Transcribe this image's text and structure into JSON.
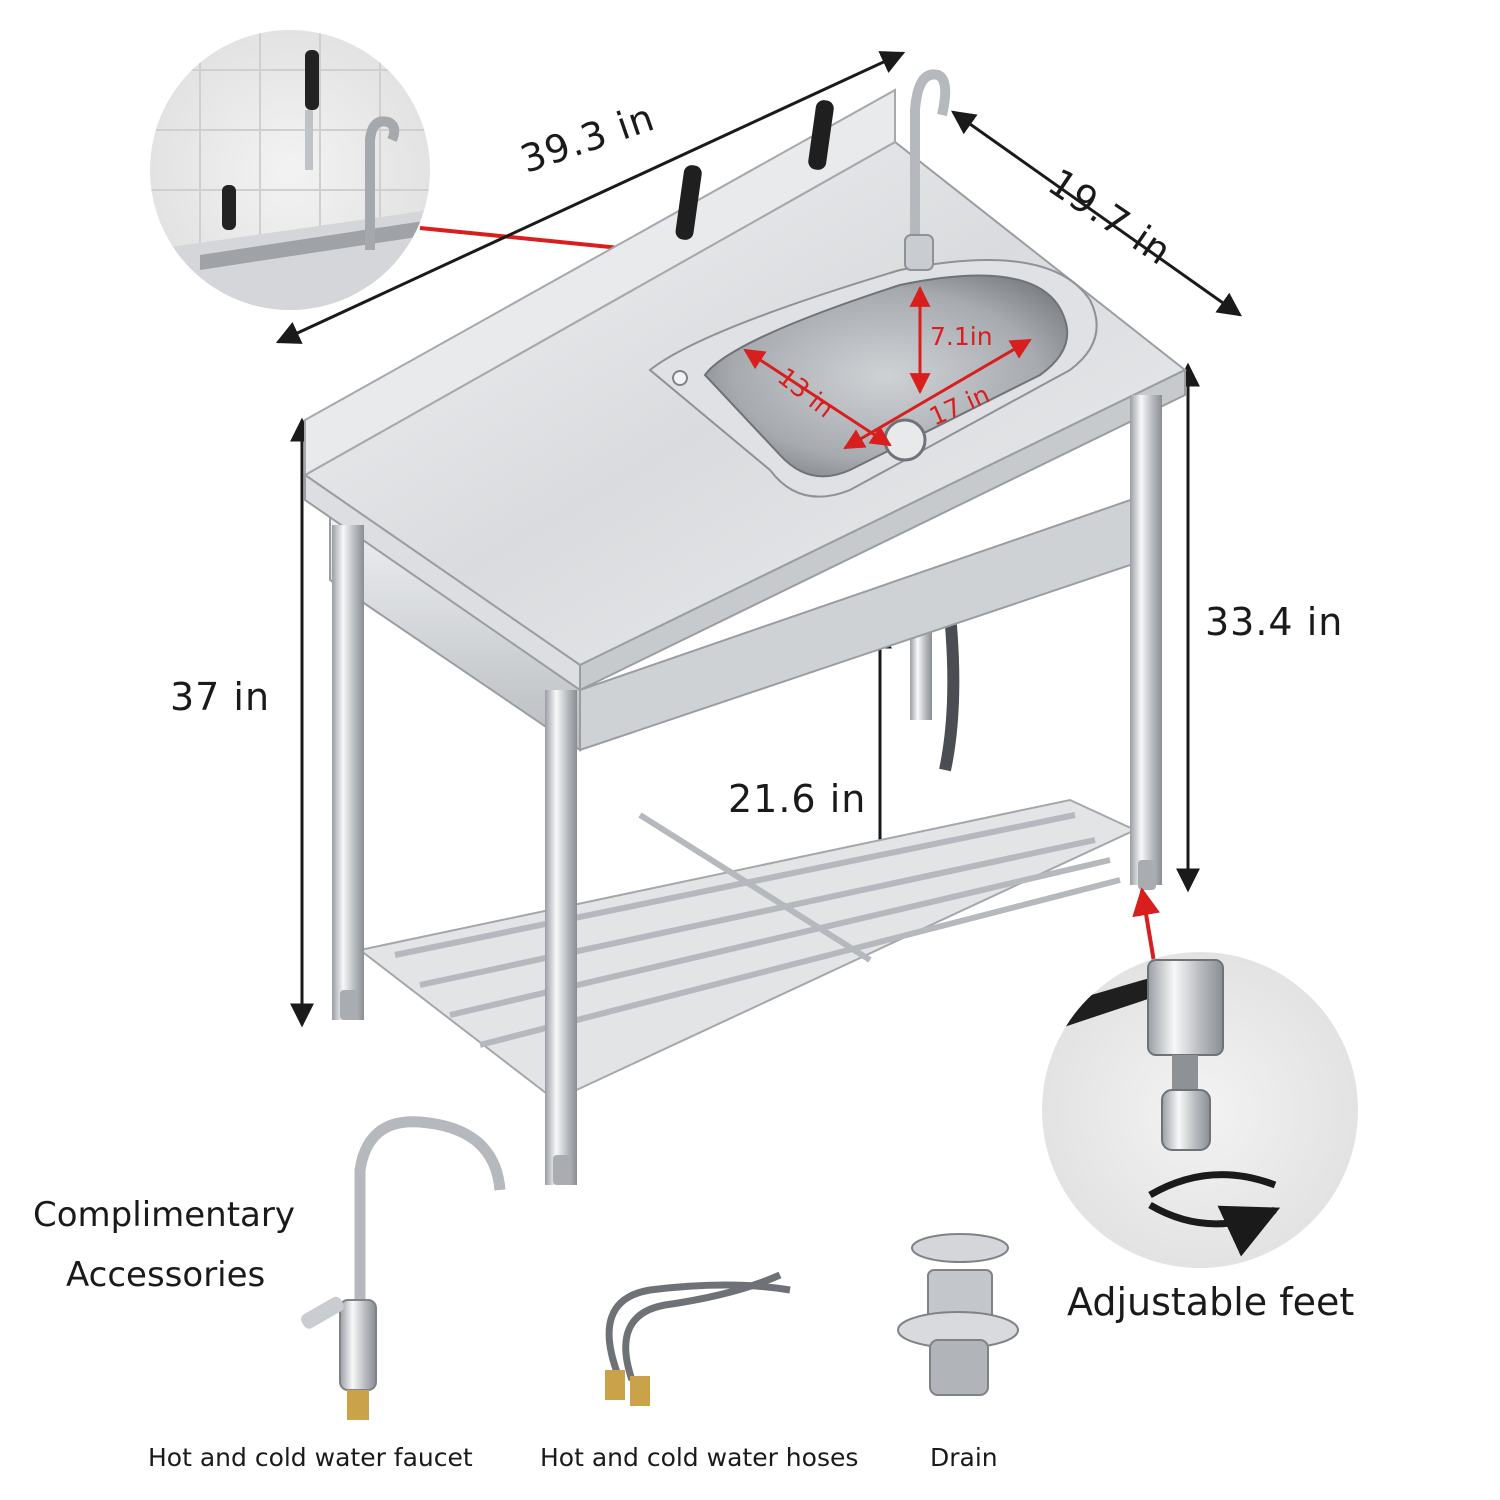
{
  "dimensions": {
    "length": "39.3 in",
    "depth": "19.7 in",
    "height_total": "37 in",
    "height_to_counter": "33.4 in",
    "shelf_clearance": "21.6 in"
  },
  "bowl": {
    "depth": "7.1in",
    "width": "17 in",
    "front_to_back": "13 in"
  },
  "accessories": {
    "title_line1": "Complimentary",
    "title_line2": "Accessories",
    "faucet_caption": "Hot and cold water faucet",
    "hoses_caption": "Hot and cold water hoses",
    "drain_caption": "Drain"
  },
  "feature": {
    "adjustable_feet": "Adjustable feet"
  },
  "colors": {
    "steel_light": "#e9eaec",
    "steel_mid": "#c6c8cb",
    "steel_dark": "#8e9196",
    "arrow_red": "#d91e1e",
    "text": "#1a1a1a"
  }
}
